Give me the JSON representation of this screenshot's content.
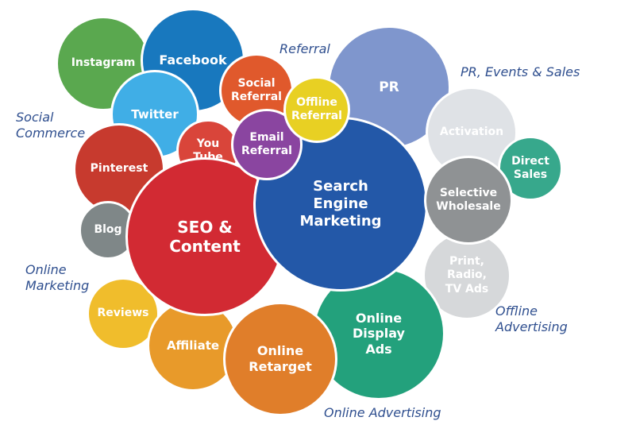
{
  "colors": {
    "green": "#5aa84f",
    "blue": "#1878be",
    "sky": "#40aee6",
    "orange_red": "#e0592c",
    "purple": "#8a45a0",
    "yellow": "#e8d023",
    "red": "#d22a33",
    "red_dark": "#c73a2e",
    "gray": "#7f8788",
    "navy": "#2358a8",
    "periwinkle": "#7f96cd",
    "light_gray": "#dfe2e6",
    "teal": "#37a88c",
    "mid_gray": "#8f9294",
    "pale_gray": "#d6d8da",
    "teal_green": "#23a17c",
    "gold": "#f0bd2c",
    "amber": "#e89a2a",
    "orange": "#e07e2a",
    "category_text": "#2f4f8f"
  },
  "bubbles": [
    {
      "id": "instagram",
      "label": "Instagram",
      "color": "#5aa84f"
    },
    {
      "id": "facebook",
      "label": "Facebook",
      "color": "#1878be"
    },
    {
      "id": "pr",
      "label": "PR",
      "color": "#7f96cd"
    },
    {
      "id": "activation",
      "label": "Activation",
      "color": "#dfe2e6"
    },
    {
      "id": "social-referral",
      "label": "Social\nReferral",
      "color": "#e0592c"
    },
    {
      "id": "twitter",
      "label": "Twitter",
      "color": "#40aee6"
    },
    {
      "id": "pinterest",
      "label": "Pinterest",
      "color": "#c73a2e"
    },
    {
      "id": "youtube",
      "label": "You\nTube",
      "color": "#d9453a"
    },
    {
      "id": "blog",
      "label": "Blog",
      "color": "#7f8788"
    },
    {
      "id": "direct-sales",
      "label": "Direct\nSales",
      "color": "#37a88c"
    },
    {
      "id": "print-radio-tv",
      "label": "Print,\nRadio,\nTV Ads",
      "color": "#d6d8da"
    },
    {
      "id": "online-display-ads",
      "label": "Online\nDisplay\nAds",
      "color": "#23a17c"
    },
    {
      "id": "reviews",
      "label": "Reviews",
      "color": "#f0bd2c"
    },
    {
      "id": "affiliate",
      "label": "Affiliate",
      "color": "#e89a2a"
    },
    {
      "id": "online-retarget",
      "label": "Online\nRetarget",
      "color": "#e07e2a"
    },
    {
      "id": "seo-content",
      "label": "SEO &\nContent",
      "color": "#d22a33"
    },
    {
      "id": "search-engine-marketing",
      "label": "Search\nEngine\nMarketing",
      "color": "#2358a8"
    },
    {
      "id": "selective-wholesale",
      "label": "Selective\nWholesale",
      "color": "#8f9294"
    },
    {
      "id": "email-referral",
      "label": "Email\nReferral",
      "color": "#8a45a0"
    },
    {
      "id": "offline-referral",
      "label": "Offline\nReferral",
      "color": "#e8d023"
    }
  ],
  "categories": [
    {
      "id": "referral",
      "label": "Referral"
    },
    {
      "id": "pr-events-sales",
      "label": "PR, Events & Sales"
    },
    {
      "id": "social-commerce",
      "label": "Social\nCommerce"
    },
    {
      "id": "online-marketing",
      "label": "Online\nMarketing"
    },
    {
      "id": "offline-advertising",
      "label": "Offline\nAdvertising"
    },
    {
      "id": "online-advertising",
      "label": "Online Advertising"
    }
  ]
}
